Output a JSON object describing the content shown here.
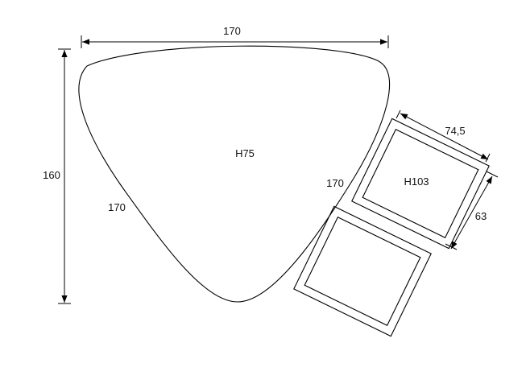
{
  "diagram": {
    "top_width_label": "170",
    "height_label": "160",
    "left_side_label": "170",
    "right_side_label": "170",
    "table_label": "H75",
    "stool_label": "H103",
    "stool_width_label": "74,5",
    "stool_depth_label": "63",
    "stroke_color": "#000000"
  }
}
